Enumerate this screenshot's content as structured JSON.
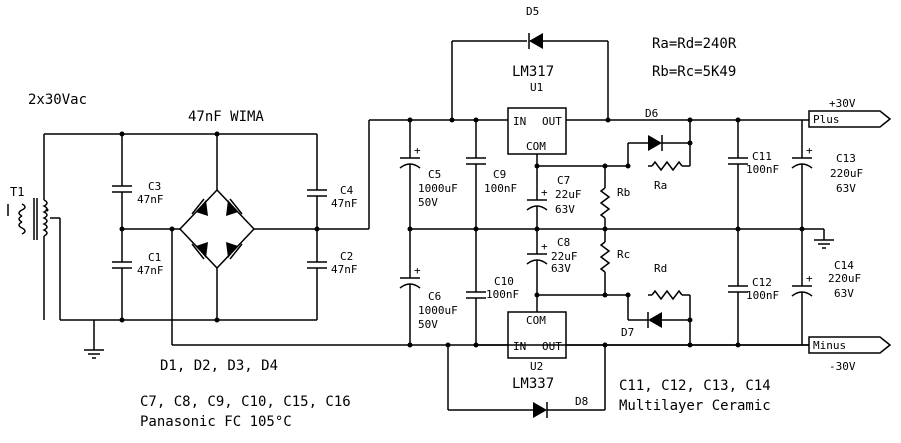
{
  "labels": {
    "supply": "2x30Vac",
    "t1": "T1",
    "wima": "47nF WIMA",
    "c3": "C3",
    "c3v": "47nF",
    "c1": "C1",
    "c1v": "47nF",
    "c4": "C4",
    "c4v": "47nF",
    "c2": "C2",
    "c2v": "47nF",
    "c5": "C5",
    "c5v": "1000uF",
    "c5r": "50V",
    "c6": "C6",
    "c6v": "1000uF",
    "c6r": "50V",
    "c9": "C9",
    "c9v": "100nF",
    "c10": "C10",
    "c10v": "100nF",
    "c7": "C7",
    "c7v": "22uF",
    "c7r": "63V",
    "c8": "C8",
    "c8v": "22uF",
    "c8r": "63V",
    "c11": "C11",
    "c11v": "100nF",
    "c12": "C12",
    "c12v": "100nF",
    "c13": "C13",
    "c13v": "220uF",
    "c13r": "63V",
    "c14": "C14",
    "c14v": "220uF",
    "c14r": "63V",
    "d5": "D5",
    "d6": "D6",
    "d7": "D7",
    "d8": "D8",
    "ra": "Ra",
    "rb": "Rb",
    "rc": "Rc",
    "rd": "Rd",
    "u1_name": "LM317",
    "u1": "U1",
    "u2_name": "LM337",
    "u2": "U2",
    "pin_in": "IN",
    "pin_out": "OUT",
    "pin_com": "COM",
    "plus_v": "+30V",
    "plus": "Plus",
    "minus": "Minus",
    "minus_v": "-30V",
    "eq1": "Ra=Rd=240R",
    "eq2": "Rb=Rc=5K49",
    "bridge_diodes": "D1, D2, D3, D4",
    "caps_list": "C7, C8, C9, C10, C15, C16",
    "caps_type": "Panasonic FC 105°C",
    "ceramic_list": "C11, C12, C13, C14",
    "ceramic_type": "Multilayer Ceramic"
  }
}
